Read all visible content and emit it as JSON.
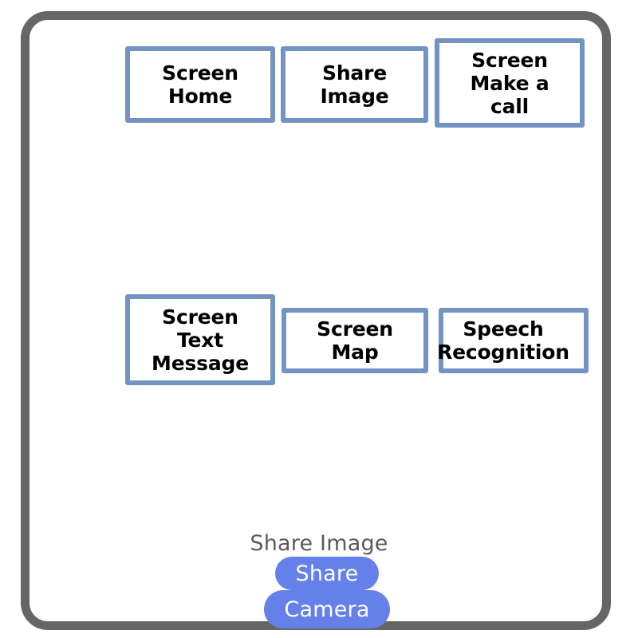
{
  "frame": {
    "border_color": "#666666",
    "background": "#ffffff"
  },
  "theme": {
    "node_border_color": "#7394c2",
    "node_text_color": "#000000",
    "pill_color": "#6680ea",
    "pill_text_color": "#ffffff",
    "sheet_title_color": "#5a5a5a"
  },
  "flow": {
    "rows": [
      {
        "nodes": [
          {
            "label": "Screen\nHome"
          },
          {
            "label": "Share\nImage"
          },
          {
            "label": "Screen\nMake a\ncall"
          }
        ]
      },
      {
        "nodes": [
          {
            "label": "Screen\nText\nMessage"
          },
          {
            "label": "Screen\nMap"
          },
          {
            "label": "Speech\nRecognition"
          }
        ]
      }
    ]
  },
  "share_sheet": {
    "title": "Share Image",
    "options": [
      {
        "label": "Share"
      },
      {
        "label": "Camera"
      }
    ]
  }
}
